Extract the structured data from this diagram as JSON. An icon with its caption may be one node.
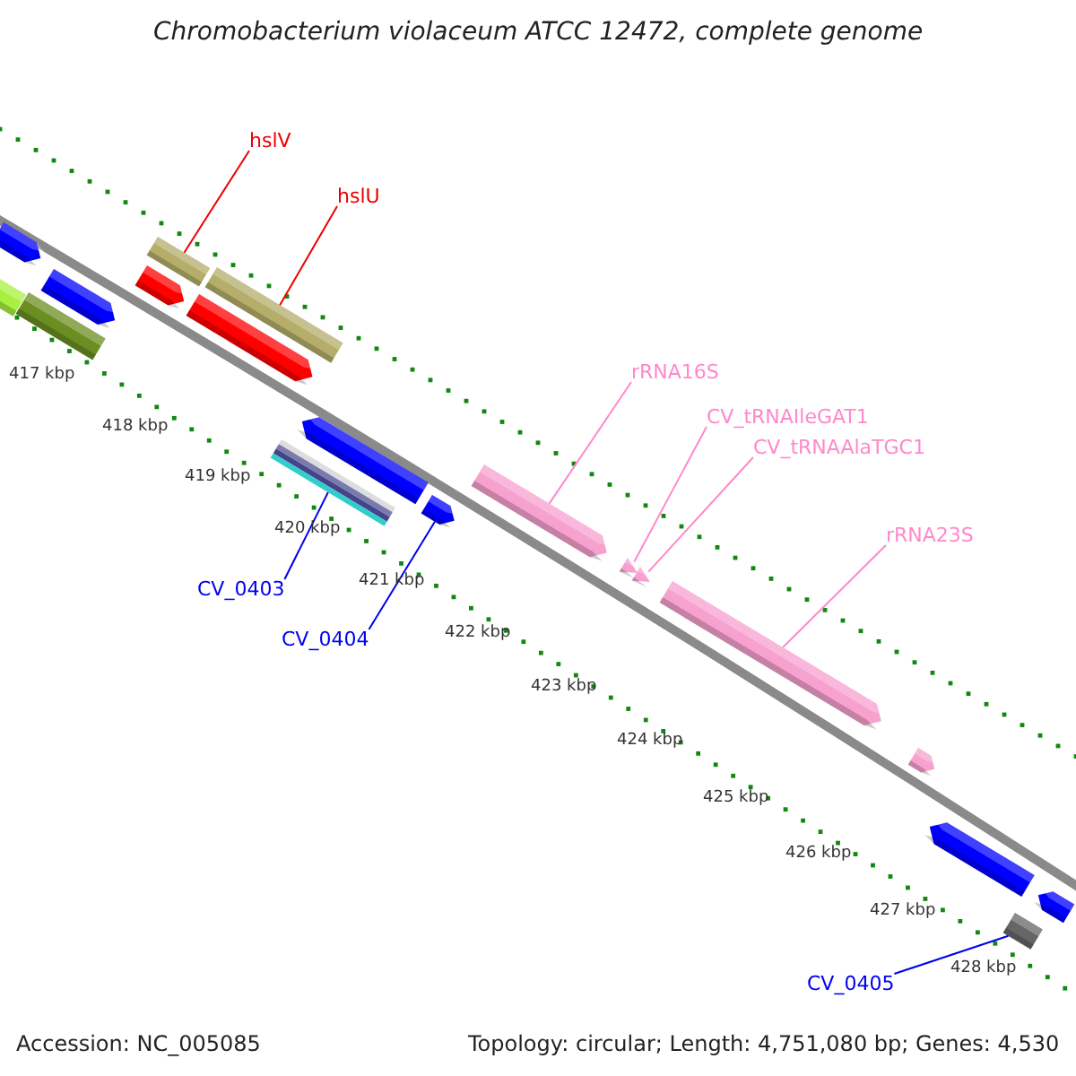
{
  "diagram": {
    "title": "Chromobacterium violaceum ATCC 12472, complete genome",
    "nodes": [
      {
        "text": [
          "hslV"
        ]
      },
      {
        "text": [
          "hslU"
        ]
      },
      {
        "text": [
          "rRNA16S"
        ]
      },
      {
        "text": [
          "CV_tRNAIleGAT1"
        ]
      },
      {
        "text": [
          "CV_tRNAAlaTGC1"
        ]
      },
      {
        "text": [
          "rRNA23S"
        ]
      },
      {
        "text": [
          "CV_0403"
        ]
      },
      {
        "text": [
          "CV_0404"
        ]
      },
      {
        "text": [
          "CV_0405"
        ]
      },
      {
        "text": [],
        "shape": "bar"
      },
      {
        "text": [],
        "shape": "bar"
      },
      {
        "text": [],
        "shape": "arrow"
      },
      {
        "text": [],
        "shape": "triangle"
      },
      {
        "text": [],
        "shape": "triangle"
      },
      {
        "text": [],
        "shape": "arrow"
      },
      {
        "text": [],
        "shape": "bar"
      },
      {
        "text": [],
        "shape": "arrow"
      },
      {
        "text": [],
        "shape": "box"
      },
      {
        "text": [],
        "shape": "arrow"
      },
      {
        "text": [],
        "shape": "arrow"
      },
      {
        "text": [],
        "shape": "bar"
      },
      {
        "text": [],
        "shape": "bar"
      },
      {
        "text": [],
        "shape": "arrow"
      },
      {
        "text": [],
        "shape": "arrow"
      },
      {
        "text": [],
        "shape": "arrow"
      },
      {
        "text": [],
        "shape": "arrow"
      },
      {
        "text": [],
        "shape": "arrow"
      },
      {
        "text": [],
        "shape": "arrow"
      }
    ],
    "edges": [
      {
        "from": 0,
        "to": 9,
        "arrow": "none",
        "color": "#ee0000"
      },
      {
        "from": 1,
        "to": 10,
        "arrow": "none",
        "color": "#ee0000"
      },
      {
        "from": 2,
        "to": 11,
        "arrow": "none",
        "color": "#ff88cc"
      },
      {
        "from": 3,
        "to": 12,
        "arrow": "none",
        "color": "#ff88cc"
      },
      {
        "from": 4,
        "to": 13,
        "arrow": "none",
        "color": "#ff88cc"
      },
      {
        "from": 5,
        "to": 14,
        "arrow": "none",
        "color": "#ff88cc"
      },
      {
        "from": 6,
        "to": 15,
        "arrow": "none",
        "color": "#0000ee"
      },
      {
        "from": 7,
        "to": 16,
        "arrow": "none",
        "color": "#0000ee"
      },
      {
        "from": 8,
        "to": 17,
        "arrow": "none",
        "color": "#0000ee"
      }
    ],
    "labels": [
      "417 kbp",
      "418 kbp",
      "419 kbp",
      "420 kbp",
      "421 kbp",
      "422 kbp",
      "423 kbp",
      "424 kbp",
      "425 kbp",
      "426 kbp",
      "427 kbp",
      "428 kbp",
      "Accession: NC_005085",
      "Topology: circular; Length: 4,751,080 bp; Genes: 4,530"
    ]
  }
}
